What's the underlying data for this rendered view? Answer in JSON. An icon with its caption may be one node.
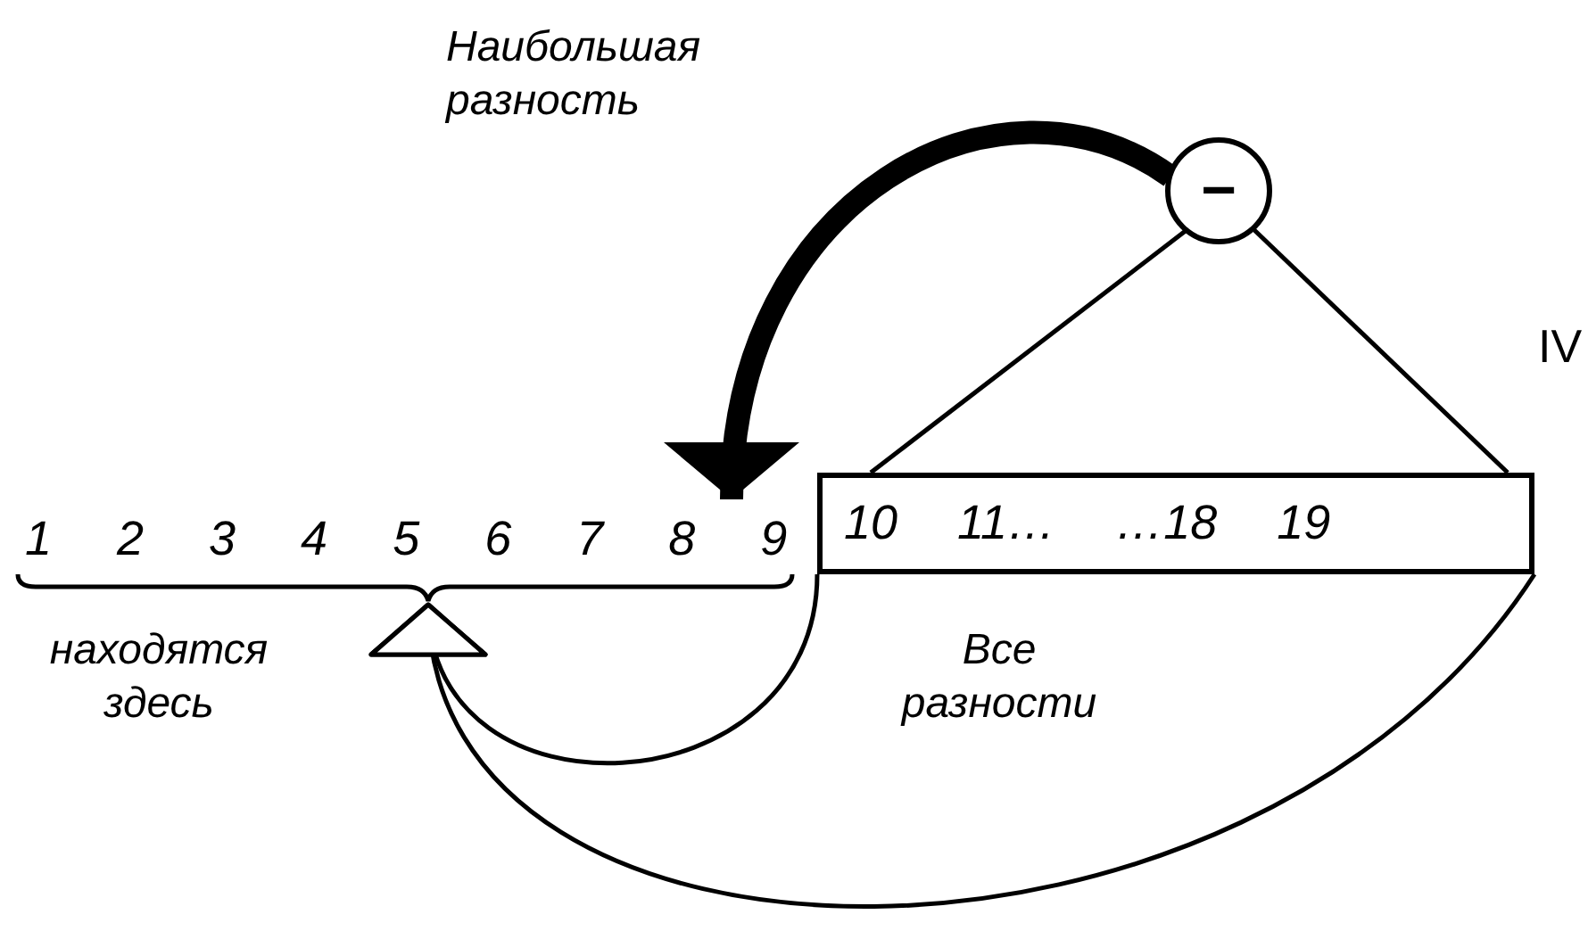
{
  "diagram": {
    "nodes": [
      {
        "text": [
          "−"
        ]
      },
      {
        "text": [
          "1 2 3 4 5 6 7 8 9"
        ]
      },
      {
        "text": [
          "10 11… …18 19"
        ]
      }
    ],
    "edges": [
      {
        "from": 0,
        "to": 1,
        "arrow": "to",
        "style": "thick",
        "label": "Наибольшая разность"
      },
      {
        "from": 0,
        "to": 2,
        "arrow": "none"
      },
      {
        "from": 0,
        "to": 2,
        "arrow": "none"
      },
      {
        "from": 2,
        "to": 1,
        "arrow": "to"
      },
      {
        "from": 2,
        "to": 1,
        "arrow": "to"
      }
    ],
    "labels": [
      "IV",
      "находятся здесь",
      "Все разности"
    ]
  }
}
